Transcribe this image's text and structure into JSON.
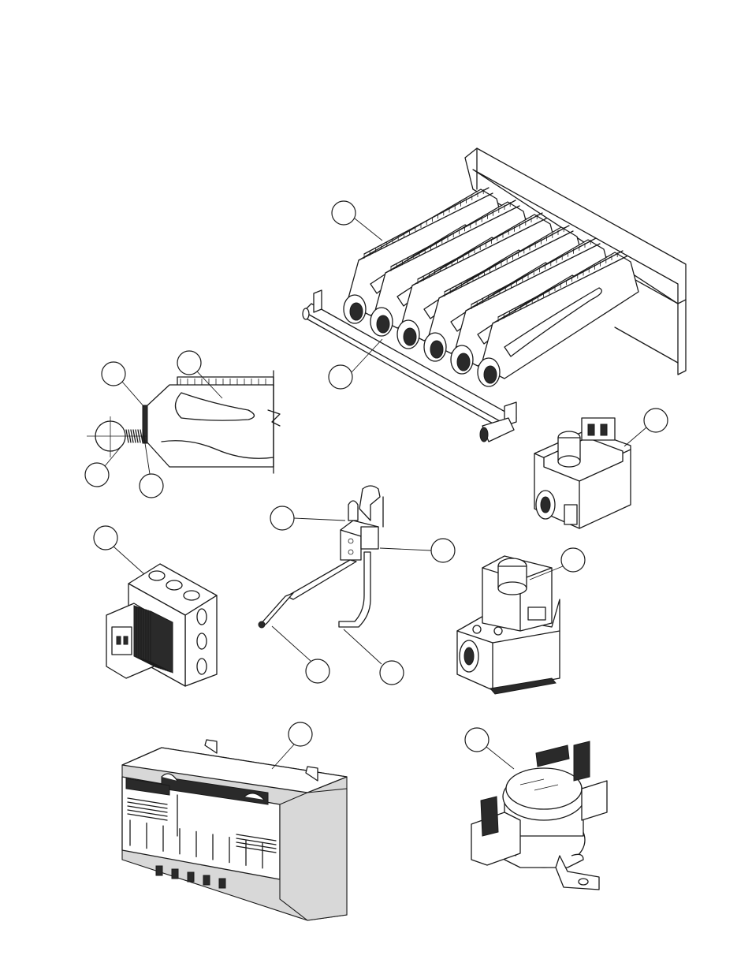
{
  "page": {
    "background": "#ffffff",
    "line_color": "#1a1a1a",
    "shade_color": "#d8d8d8"
  },
  "parts": [
    "burner-tray-assembly",
    "burner-detail",
    "gas-valve-top",
    "pilot-assembly",
    "gas-valve-combination",
    "junction-box",
    "ignition-control-module",
    "limit-switch"
  ]
}
